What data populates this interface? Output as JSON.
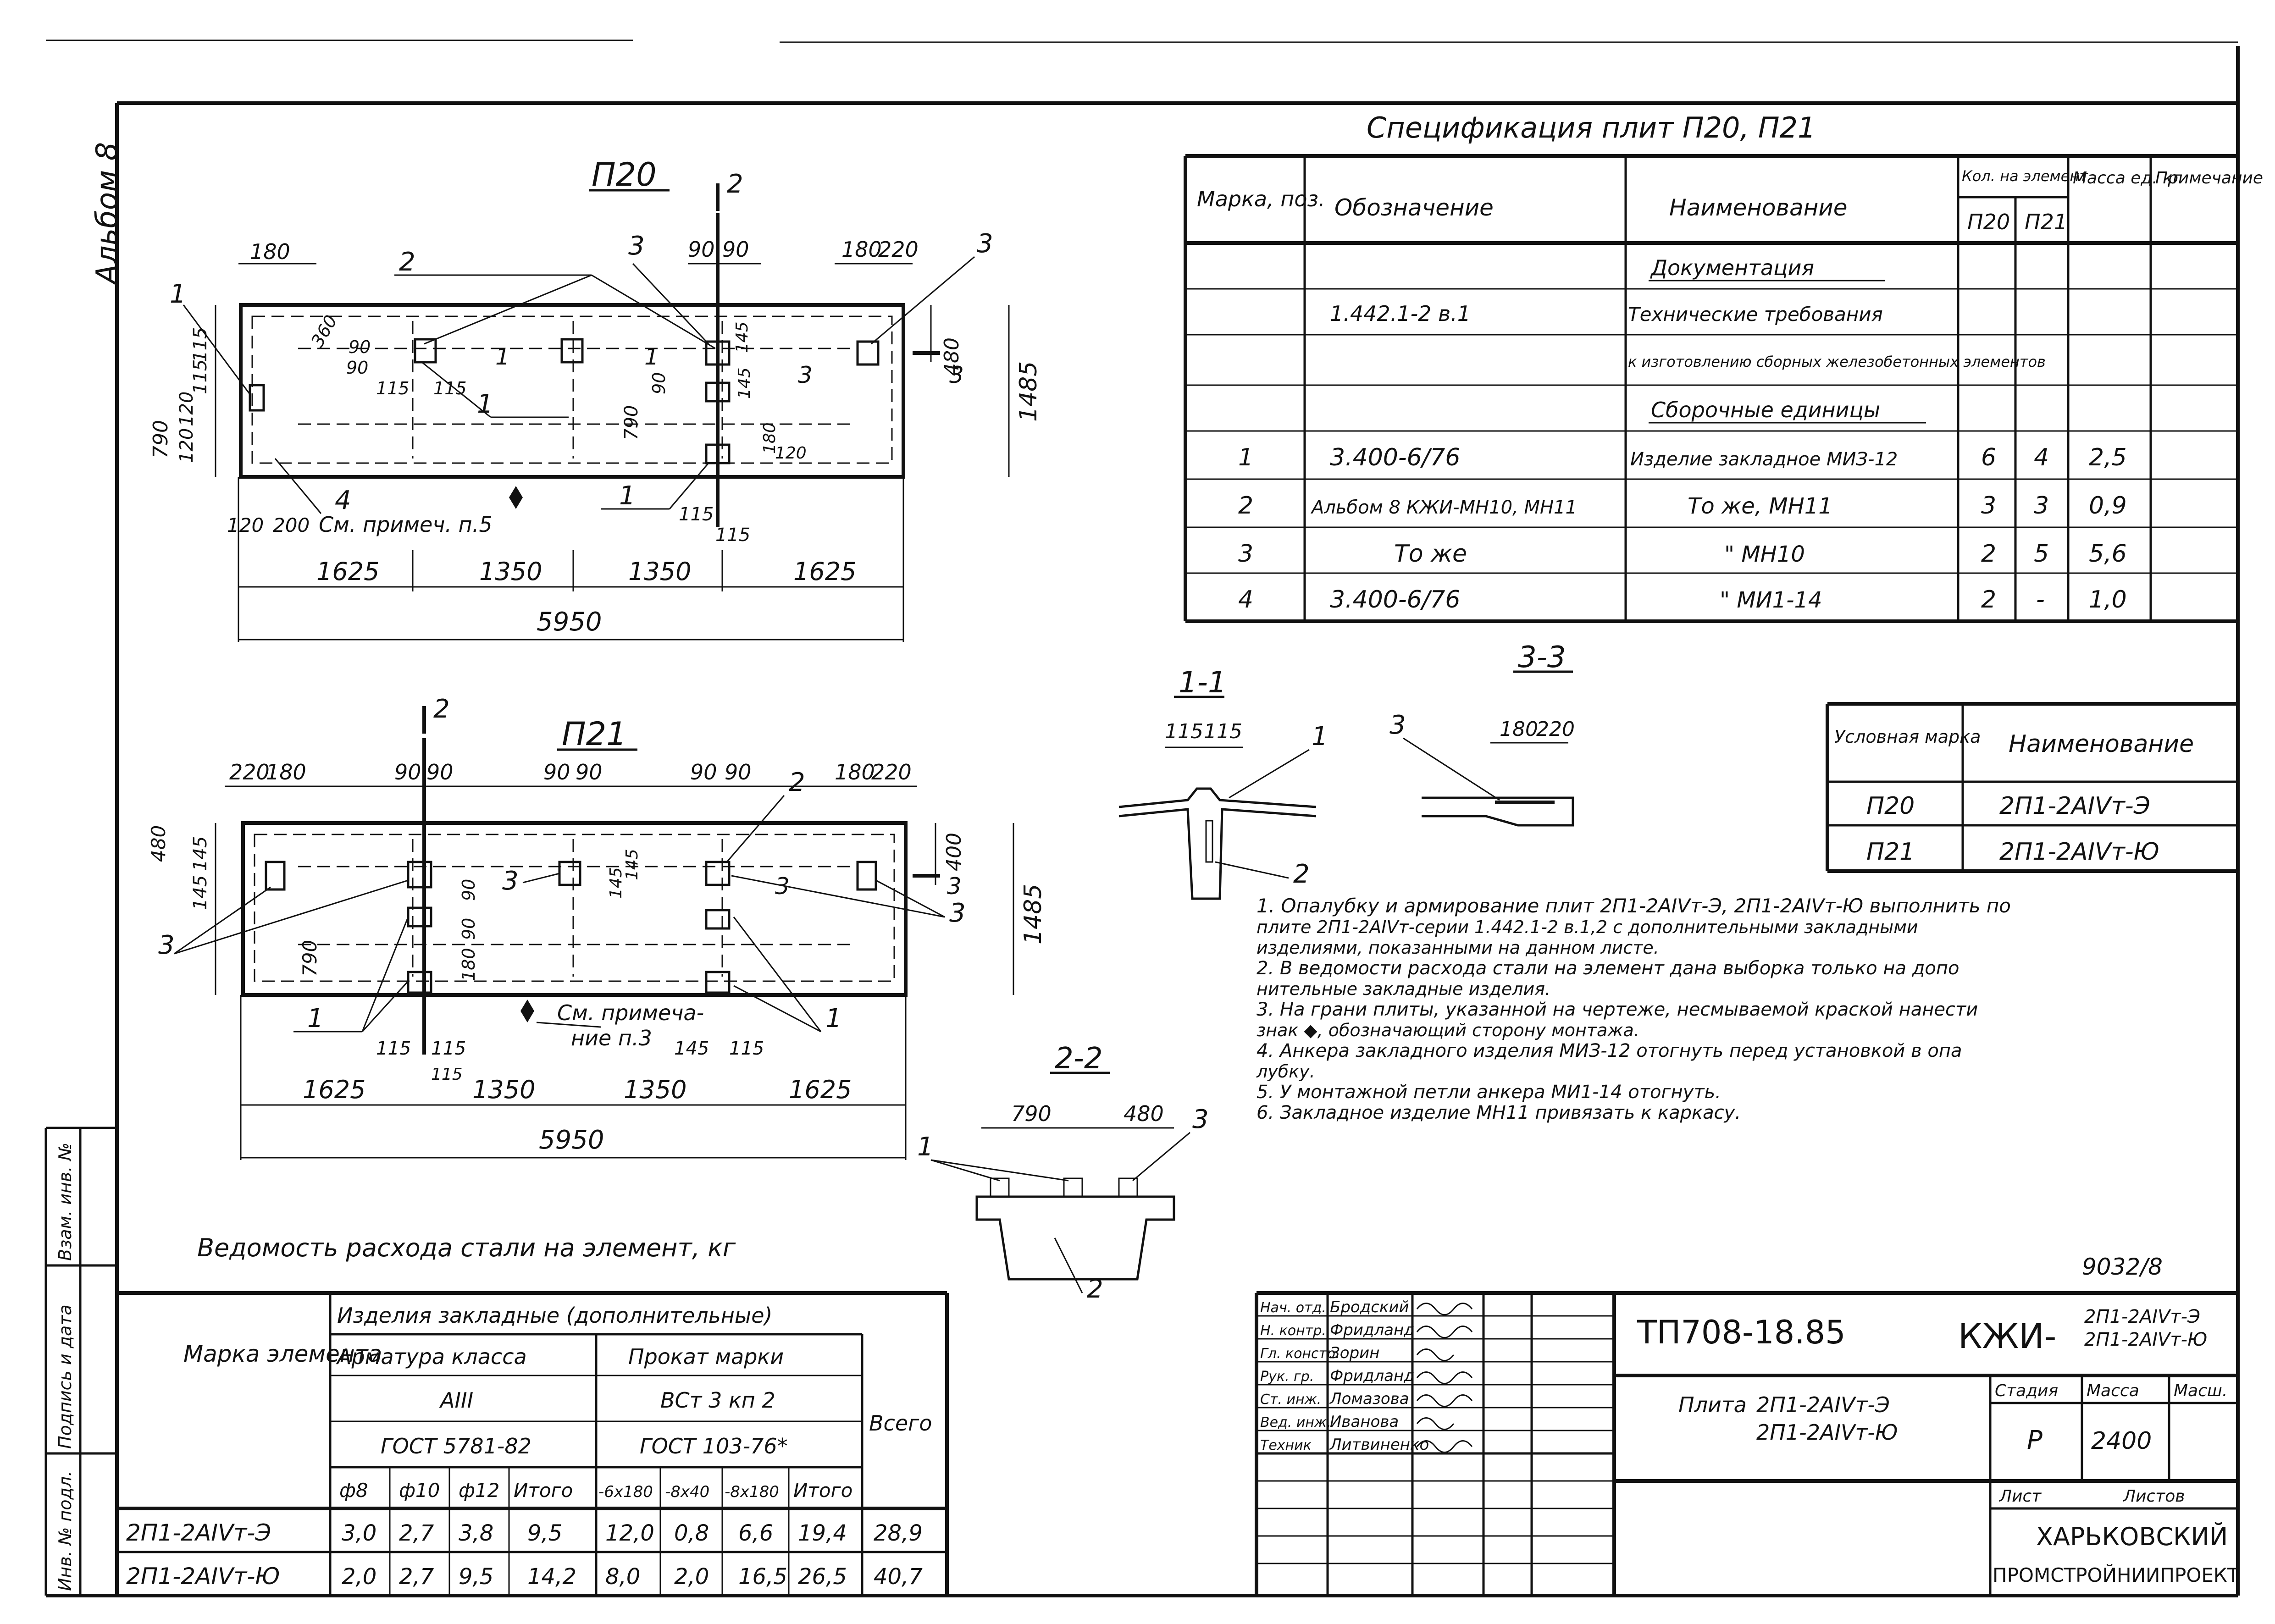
{
  "album": "Альбом 8",
  "plan_p20": {
    "title": "П20",
    "section_mark": "2",
    "top_dims": [
      "180",
      "90",
      "90",
      "180",
      "220"
    ],
    "left_dims": [
      "115",
      "115",
      "120",
      "790",
      "120"
    ],
    "inner_dims": [
      "360",
      "90",
      "90",
      "115",
      "115",
      "145",
      "145",
      "90",
      "790",
      "180",
      "120",
      "480",
      "1485",
      "115",
      "115"
    ],
    "callouts": [
      "1",
      "2",
      "3",
      "3",
      "1",
      "1",
      "4"
    ],
    "section_labels": [
      "1",
      "1",
      "3",
      "3"
    ],
    "note_ref": "См. примеч. п.5",
    "bottom_small": [
      "120",
      "200"
    ],
    "bottom_dims": [
      "1625",
      "1350",
      "1350",
      "1625"
    ],
    "total": "5950"
  },
  "plan_p21": {
    "title": "П21",
    "section_mark": "2",
    "top_dims": [
      "220",
      "180",
      "90",
      "90",
      "90",
      "90",
      "90",
      "90",
      "180",
      "220"
    ],
    "left_dims": [
      "480",
      "145",
      "145",
      "790"
    ],
    "inner_dims": [
      "90",
      "90",
      "180",
      "145",
      "145",
      "400",
      "1485",
      "115",
      "115",
      "145",
      "115"
    ],
    "callouts": [
      "2",
      "3",
      "3",
      "3",
      "1",
      "1",
      "1"
    ],
    "section_labels": [
      "3",
      "3"
    ],
    "note_ref_1": "См. примеча-",
    "note_ref_2": "ние п.3",
    "bottom_dims": [
      "1625",
      "1350",
      "1350",
      "1625"
    ],
    "total": "5950"
  },
  "spec": {
    "title": "Спецификация плит П20, П21",
    "headers": {
      "mark": "Марка, поз.",
      "designation": "Обозначение",
      "name": "Наименование",
      "qty": "Кол. на элемент",
      "p20": "П20",
      "p21": "П21",
      "mass": "Масса ед. кг",
      "note": "Примечание"
    },
    "rows": [
      {
        "mark": "",
        "designation": "",
        "name": "Документация",
        "p20": "",
        "p21": "",
        "mass": "",
        "note": ""
      },
      {
        "mark": "",
        "designation": "1.442.1-2 в.1",
        "name": "Технические требования",
        "p20": "",
        "p21": "",
        "mass": "",
        "note": ""
      },
      {
        "mark": "",
        "designation": "",
        "name": "к изготовлению сборных железобетонных элементов",
        "p20": "",
        "p21": "",
        "mass": "",
        "note": ""
      },
      {
        "mark": "",
        "designation": "",
        "name": "Сборочные единицы",
        "p20": "",
        "p21": "",
        "mass": "",
        "note": ""
      },
      {
        "mark": "1",
        "designation": "3.400-6/76",
        "name": "Изделие закладное МИЗ-12",
        "p20": "6",
        "p21": "4",
        "mass": "2,5",
        "note": ""
      },
      {
        "mark": "2",
        "designation": "Альбом 8 КЖИ-МН10, МН11",
        "name": "То же, МН11",
        "p20": "3",
        "p21": "3",
        "mass": "0,9",
        "note": ""
      },
      {
        "mark": "3",
        "designation": "То же",
        "name": "\" МН10",
        "p20": "2",
        "p21": "5",
        "mass": "5,6",
        "note": ""
      },
      {
        "mark": "4",
        "designation": "3.400-6/76",
        "name": "\" МИ1-14",
        "p20": "2",
        "p21": "-",
        "mass": "1,0",
        "note": ""
      }
    ]
  },
  "sections": {
    "s11": {
      "title": "1-1",
      "dims": [
        "115",
        "115"
      ],
      "callouts": [
        "1",
        "2"
      ]
    },
    "s33": {
      "title": "3-3",
      "dims": [
        "180",
        "220"
      ],
      "callouts": [
        "3"
      ]
    },
    "s22": {
      "title": "2-2",
      "dims": [
        "790",
        "480"
      ],
      "callouts": [
        "1",
        "3",
        "2"
      ]
    }
  },
  "cond_marks": {
    "headers": {
      "mark": "Условная марка",
      "name": "Наименование"
    },
    "rows": [
      {
        "mark": "П20",
        "name": "2П1-2АIVт-Э"
      },
      {
        "mark": "П21",
        "name": "2П1-2АIVт-Ю"
      }
    ]
  },
  "notes": [
    "1. Опалубку и армирование плит 2П1-2АIVт-Э, 2П1-2АIVт-Ю выполнить по",
    "плите 2П1-2АIVт-серии 1.442.1-2 в.1,2 с дополнительными закладными",
    "изделиями, показанными на данном листе.",
    "2. В ведомости расхода стали на элемент дана выборка только на допо",
    "нительные закладные изделия.",
    "3. На грани плиты, указанной на чертеже, несмываемой краской нанести",
    "знак ◆, обозначающий сторону монтажа.",
    "4. Анкера закладного изделия МИЗ-12 отогнуть перед установкой в опа",
    "лубку.",
    "5. У монтажной петли анкера МИ1-14 отогнуть.",
    "6. Закладное изделие МН11 привязать к каркасу."
  ],
  "steel": {
    "title": "Ведомость расхода стали на элемент, кг",
    "h_mark": "Марка элемента",
    "h_group": "Изделия закладные (дополнительные)",
    "h_arm": "Арматура класса",
    "h_arm_class": "AIII",
    "h_arm_gost": "ГОСТ 5781-82",
    "h_prokat": "Прокат марки",
    "h_prokat_mark": "ВСт 3 кп 2",
    "h_prokat_gost": "ГОСТ 103-76*",
    "h_total": "Всего",
    "cols": [
      "ф8",
      "ф10",
      "ф12",
      "Итого",
      "-6х180",
      "-8х40",
      "-8х180",
      "Итого"
    ],
    "rows": [
      {
        "mark": "2П1-2АIVт-Э",
        "vals": [
          "3,0",
          "2,7",
          "3,8",
          "9,5",
          "12,0",
          "0,8",
          "6,6",
          "19,4"
        ],
        "total": "28,9"
      },
      {
        "mark": "2П1-2АIVт-Ю",
        "vals": [
          "2,0",
          "2,7",
          "9,5",
          "14,2",
          "8,0",
          "2,0",
          "16,5",
          "26,5"
        ],
        "total": "40,7"
      }
    ]
  },
  "side_stamp": [
    "Инв. № подл.",
    "Подпись и дата",
    "Взам. инв. №"
  ],
  "titleblock": {
    "sheet_code": "9032/8",
    "doc": "ТП708-18.85",
    "series": "КЖИ-",
    "code1": "2П1-2АIVт-Э",
    "code2": "2П1-2АIVт-Ю",
    "product": "Плита",
    "prod1": "2П1-2АIVт-Э",
    "prod2": "2П1-2АIVт-Ю",
    "stage_h": "Стадия",
    "mass_h": "Масса",
    "scale_h": "Масш.",
    "stage": "Р",
    "mass": "2400",
    "sheet_h": "Лист",
    "sheets_h": "Листов",
    "org1": "ХАРЬКОВСКИЙ",
    "org2": "ПРОМСТРОЙНИИПРОЕКТ",
    "people": [
      {
        "role": "Нач. отд.",
        "name": "Бродский"
      },
      {
        "role": "Н. контр.",
        "name": "Фридланд"
      },
      {
        "role": "Гл. констр.",
        "name": "Зорин"
      },
      {
        "role": "Рук. гр.",
        "name": "Фридланд"
      },
      {
        "role": "Ст. инж.",
        "name": "Ломазова"
      },
      {
        "role": "Вед. инж.",
        "name": "Иванова"
      },
      {
        "role": "Техник",
        "name": "Литвиненко"
      }
    ]
  }
}
